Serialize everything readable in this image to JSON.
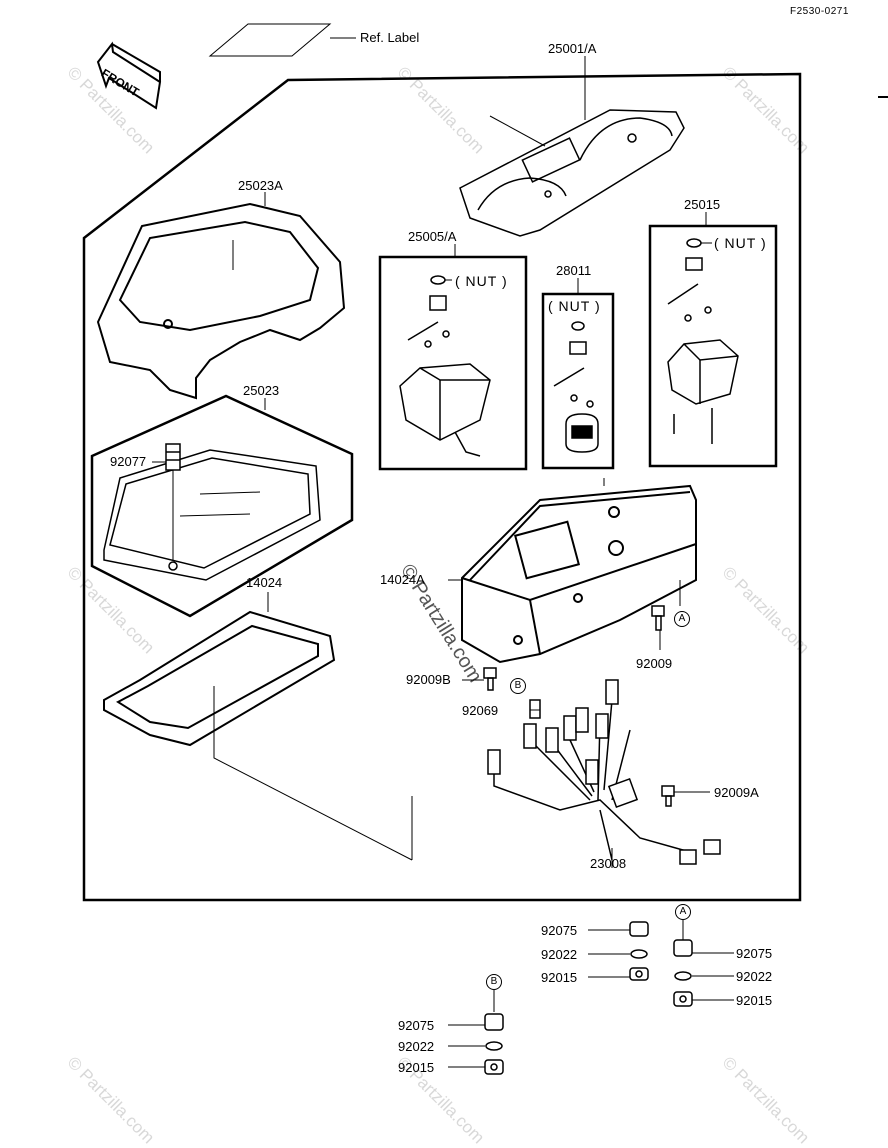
{
  "diagram_code": "F2530-0271",
  "front_label": "FRONT",
  "ref_label": "Ref. Label",
  "watermark": "© Partzilla.com",
  "nut_label": "( NUT )",
  "parts": {
    "p25001A": "25001/A",
    "p25023A": "25023A",
    "p25023": "25023",
    "p92077": "92077",
    "p14024": "14024",
    "p25005A": "25005/A",
    "p28011": "28011",
    "p25015": "25015",
    "p14024A": "14024A",
    "p92009": "92009",
    "p92009B": "92009B",
    "p92069": "92069",
    "p92009A": "92009A",
    "p23008": "23008",
    "p92075": "92075",
    "p92022": "92022",
    "p92015": "92015"
  },
  "callouts": {
    "a": "A",
    "b": "B"
  }
}
